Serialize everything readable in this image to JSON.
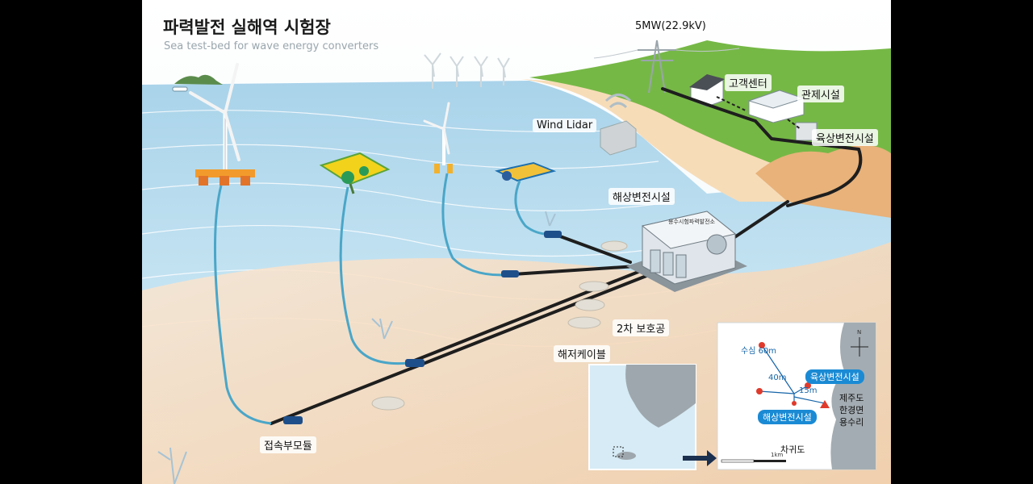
{
  "title": {
    "korean": "파력발전 실해역 시험장",
    "english": "Sea test-bed for wave energy converters"
  },
  "labels": {
    "power": "5MW(22.9kV)",
    "customer_center": "고객센터",
    "control_facility": "관제시설",
    "onshore_substation": "육상변전시설",
    "wind_lidar": "Wind Lidar",
    "offshore_substation": "해상변전시설",
    "secondary_protection": "2차 보호공",
    "subsea_cable": "해저케이블",
    "connection_module": "접속부모듈"
  },
  "substation_sign": "용수시험파력발전소",
  "inset_map": {
    "depth_60": "수심 60m",
    "depth_40": "40m",
    "depth_15": "15m",
    "onshore_substation": "육상변전시설",
    "offshore_substation": "해상변전시설",
    "location": [
      "제주도",
      "한경면",
      "용수리"
    ],
    "island": "차귀도",
    "scale": "1km",
    "north": "N"
  },
  "colors": {
    "sea": "#b8dcee",
    "sand": "#f5d6b4",
    "grass": "#76b846",
    "cable": "#1e1e1e",
    "accent_blue": "#1a8ad4"
  }
}
